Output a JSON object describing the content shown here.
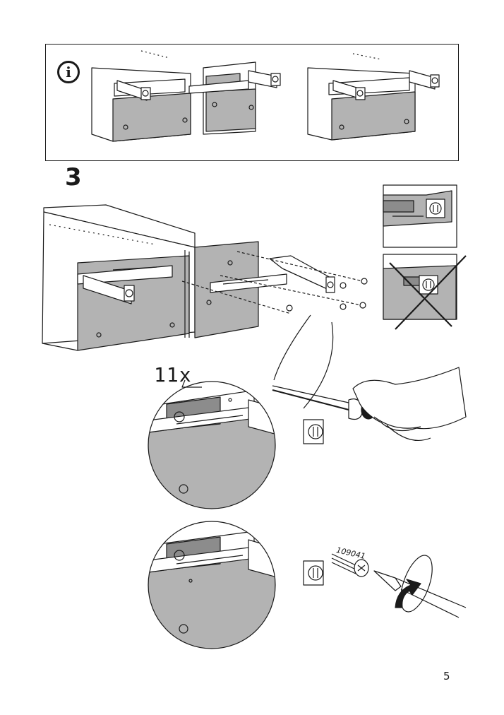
{
  "info_panel": {
    "icon": "info-icon",
    "icon_glyph": "i"
  },
  "step": {
    "number": "3"
  },
  "detail": {
    "quantity": "11x",
    "part_number": "109041"
  },
  "page": {
    "number": "5"
  },
  "colors": {
    "line": "#1a1a1a",
    "panel_gray": "#b3b3b3",
    "dark_gray": "#8c8c8c",
    "paper": "#ffffff"
  }
}
